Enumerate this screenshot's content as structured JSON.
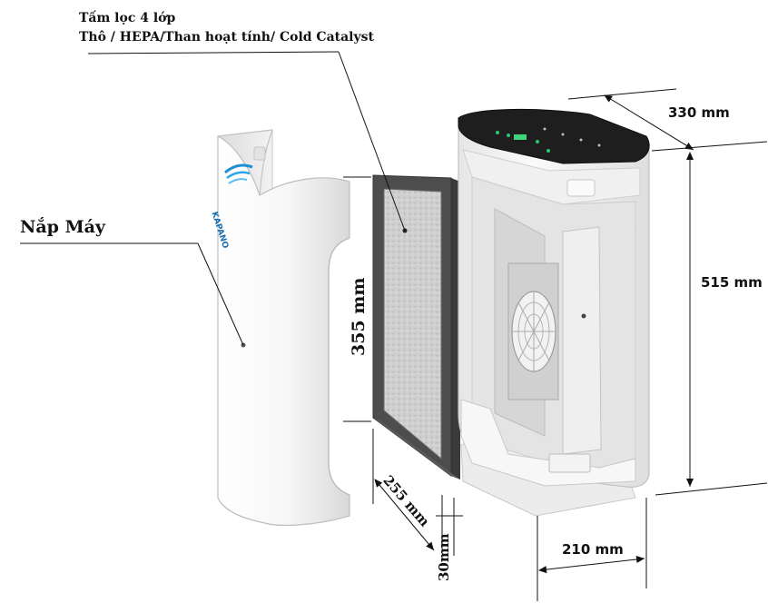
{
  "filter_note": {
    "line1": "Tấm lọc 4 lớp",
    "line2": "Thô / HEPA/Than hoạt tính/ Cold Catalyst"
  },
  "cover_label": "Nắp Máy",
  "brand_logo": "KAPANO",
  "dimensions": {
    "depth": "330 mm",
    "height": "515 mm",
    "width": "210 mm",
    "filter_height": "355 mm",
    "filter_width": "255 mm",
    "filter_thickness": "30mm"
  },
  "colors": {
    "line": "#111111",
    "filter_frame": "#4a4a4a",
    "filter_media": "#c9c9c9",
    "device_white": "#f4f4f4",
    "device_panel": "#1e1e1e",
    "logo_blue": "#1a8fd1"
  }
}
